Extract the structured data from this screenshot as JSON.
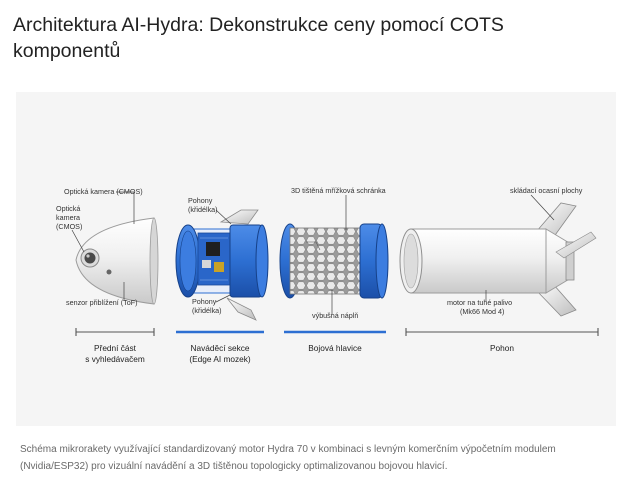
{
  "title": "Architektura AI-Hydra: Dekonstrukce ceny pomocí COTS komponentů",
  "diagram": {
    "labels": {
      "optical_camera": "Optická kamera (CMOS)",
      "optical_camera_side_1": "Optická",
      "optical_camera_side_2": "kamera",
      "optical_camera_side_3": "(CMOS)",
      "proximity_sensor": "senzor přiblížení (ToF)",
      "actuators_top_1": "Pohony",
      "actuators_top_2": "(křidélka)",
      "actuators_bottom_1": "Pohony",
      "actuators_bottom_2": "(křidélka)",
      "lattice_case": "3D tištěná mřížková schránka",
      "explosive_fill": "výbušná náplň",
      "folding_fins": "skládací ocasní plochy",
      "motor_1": "motor na tuhé palivo",
      "motor_2": "(Mk66 Mod 4)"
    },
    "sections": {
      "front_1": "Přední část",
      "front_2": "s vyhledávačem",
      "guidance_1": "Naváděcí sekce",
      "guidance_2": "(Edge AI mozek)",
      "warhead": "Bojová hlavice",
      "propulsion": "Pohon"
    },
    "colors": {
      "blue": "#2d6fd2",
      "dark_blue": "#1b4fa8",
      "metal": "#e6e6e6"
    }
  },
  "caption": "Schéma mikrorakety využívající standardizovaný motor Hydra 70 v kombinaci s levným komerčním výpočetním modulem (Nvidia/ESP32) pro vizuální navádění a 3D tištěnou topologicky optimalizovanou bojovou hlavicí."
}
